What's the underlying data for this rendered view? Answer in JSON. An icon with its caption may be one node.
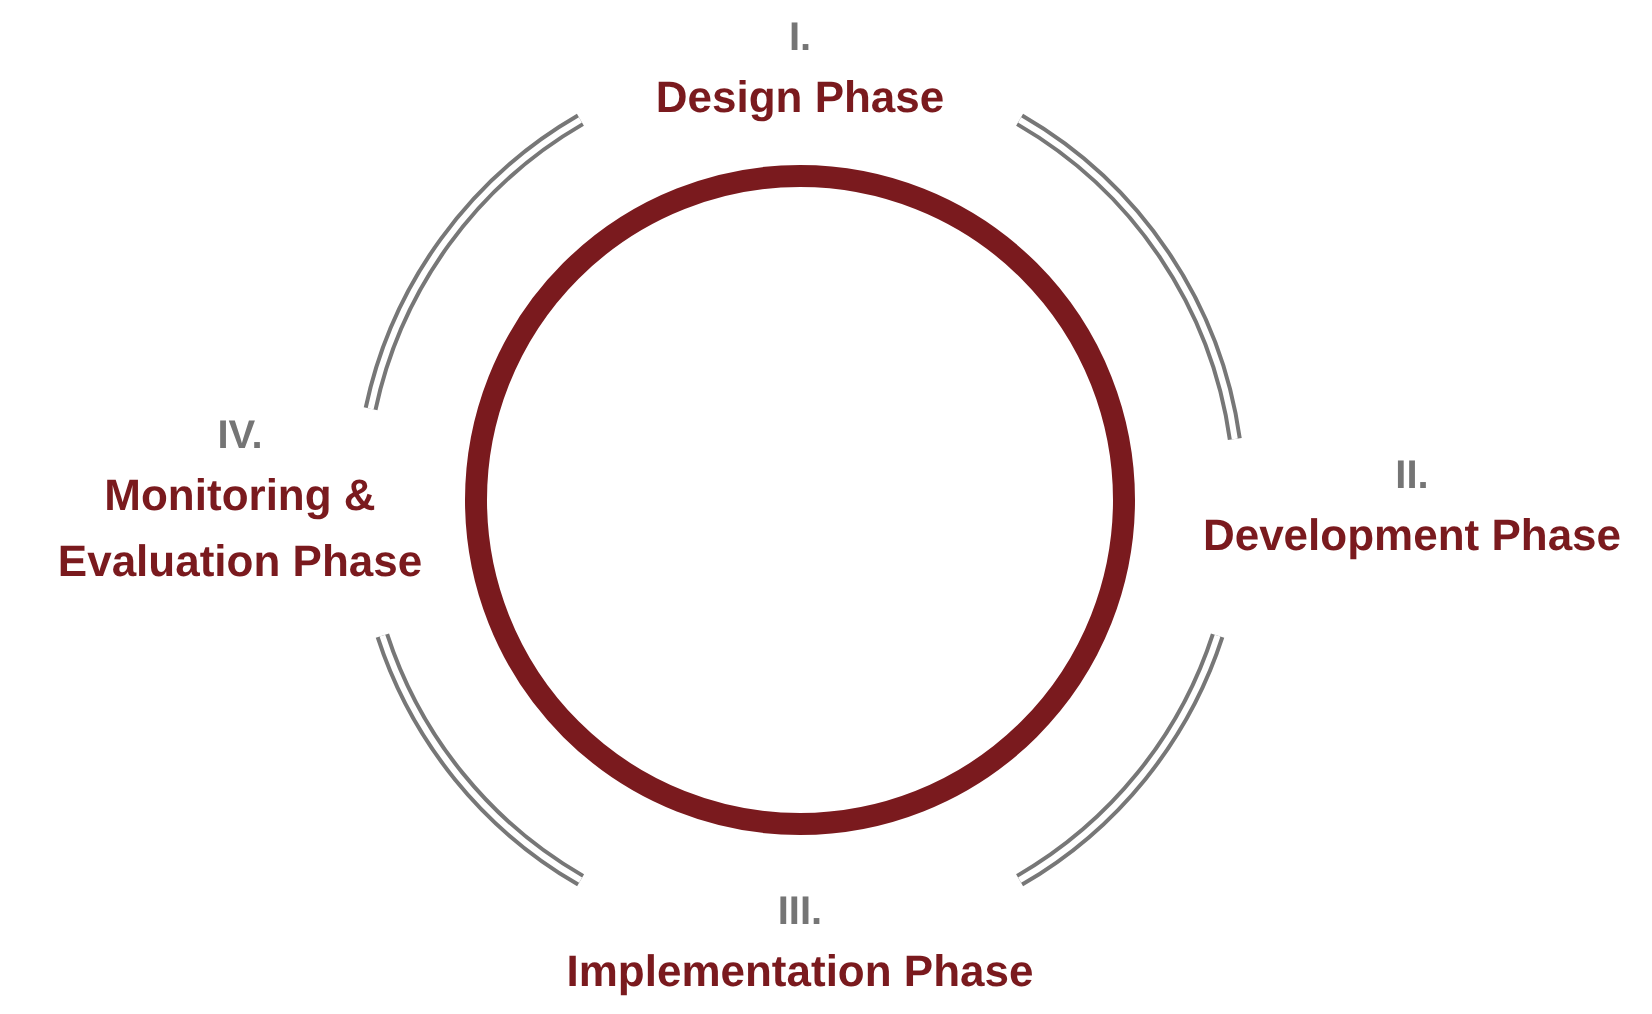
{
  "diagram": {
    "nodes": [
      {
        "text": [
          "I.",
          "Design Phase"
        ]
      },
      {
        "text": [
          "II.",
          "Development Phase"
        ]
      },
      {
        "text": [
          "III.",
          "Implementation Phase"
        ]
      },
      {
        "text": [
          "IV.",
          "Monitoring & Evaluation Phase"
        ]
      },
      {
        "text": [],
        "shape": "circle"
      }
    ],
    "edges": [
      {
        "from": 0,
        "to": 1,
        "arrow": "none"
      },
      {
        "from": 1,
        "to": 2,
        "arrow": "none"
      },
      {
        "from": 2,
        "to": 3,
        "arrow": "none"
      },
      {
        "from": 3,
        "to": 0,
        "arrow": "none"
      }
    ]
  }
}
